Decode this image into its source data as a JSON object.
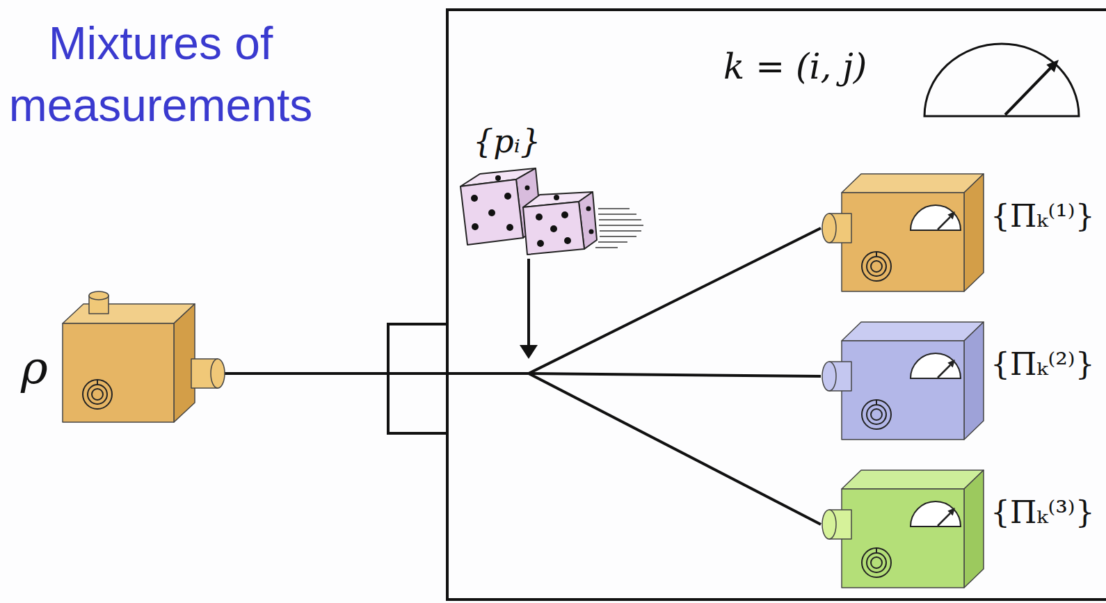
{
  "diagram": {
    "title": "Mixtures of measurements",
    "nodes": [
      {
        "text": [
          "ρ"
        ]
      },
      {
        "text": [
          "k = (i, j)"
        ]
      },
      {
        "text": [
          "{Πₖ⁽¹⁾}"
        ],
        "in": 1
      },
      {
        "text": [
          "{Πₖ⁽²⁾}"
        ],
        "in": 1
      },
      {
        "text": [
          "{Πₖ⁽³⁾}"
        ],
        "in": 1
      }
    ],
    "edges": [
      {
        "from": 0,
        "to": 2,
        "arrow": "none"
      },
      {
        "from": 0,
        "to": 3,
        "arrow": "none"
      },
      {
        "from": 0,
        "to": 4,
        "arrow": "none"
      }
    ],
    "labels": [
      "{pᵢ}"
    ]
  }
}
